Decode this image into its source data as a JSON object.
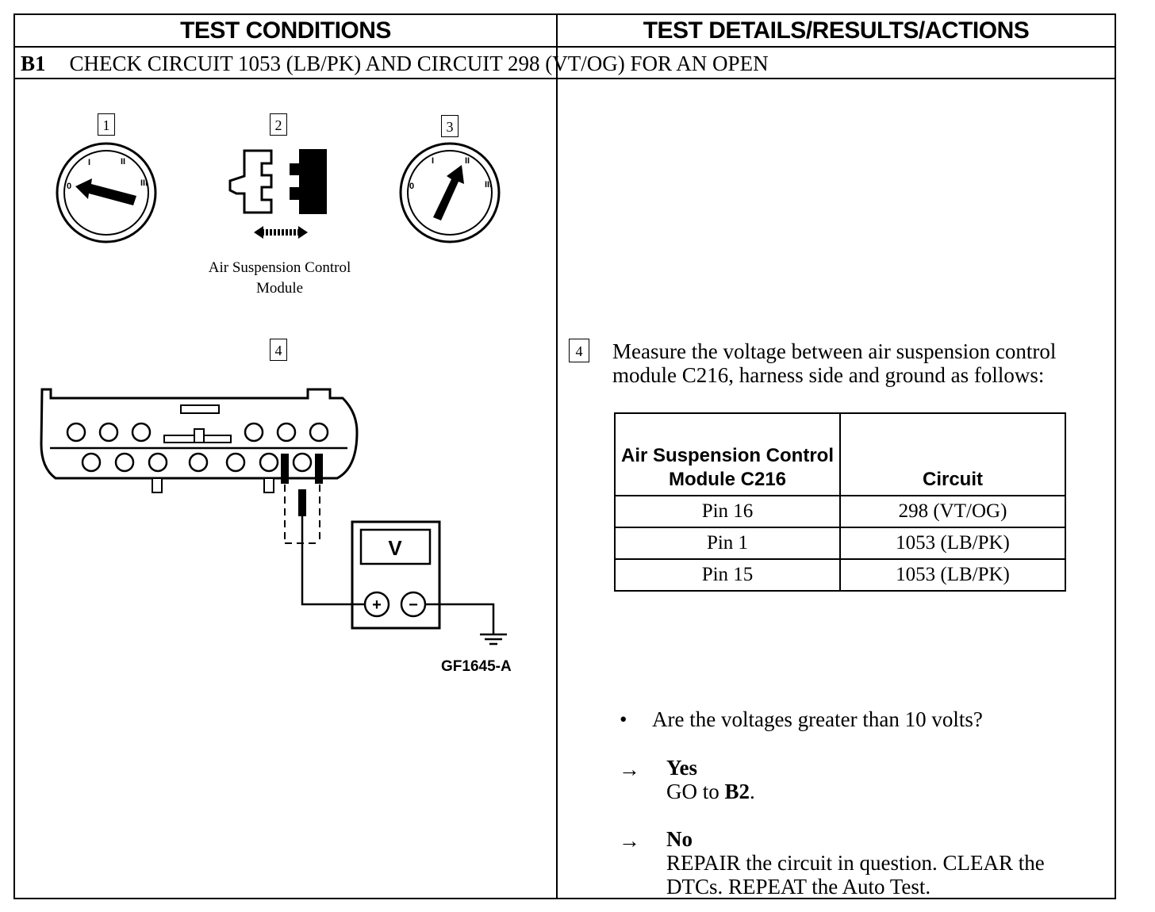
{
  "header": {
    "left": "TEST CONDITIONS",
    "right": "TEST DETAILS/RESULTS/ACTIONS"
  },
  "step": {
    "id": "B1",
    "title": "CHECK CIRCUIT 1053 (LB/PK) AND CIRCUIT 298 (VT/OG) FOR AN OPEN"
  },
  "figure": {
    "step_numbers": [
      "1",
      "2",
      "3",
      "4"
    ],
    "ignition_labels": [
      "0",
      "I",
      "II",
      "III"
    ],
    "module_caption_line1": "Air Suspension Control",
    "module_caption_line2": "Module",
    "meter_symbol": "V",
    "meter_plus": "+",
    "meter_minus": "−",
    "figure_id": "GF1645-A"
  },
  "details": {
    "step_number": "4",
    "instruction": "Measure the voltage between air suspension control module C216, harness side and ground as follows:",
    "table": {
      "headers": [
        "Air Suspension Control Module C216",
        "Circuit"
      ],
      "rows": [
        [
          "Pin 16",
          "298 (VT/OG)"
        ],
        [
          "Pin 1",
          "1053 (LB/PK)"
        ],
        [
          "Pin 15",
          "1053 (LB/PK)"
        ]
      ]
    },
    "bullet": "•",
    "question": "Are the voltages greater than 10 volts?",
    "arrow": "→",
    "yes": {
      "label": "Yes",
      "action_prefix": "GO to ",
      "action_target": "B2",
      "action_suffix": "."
    },
    "no": {
      "label": "No",
      "action_line1": "REPAIR the circuit in question. CLEAR the",
      "action_line2": "DTCs. REPEAT the Auto Test."
    }
  }
}
